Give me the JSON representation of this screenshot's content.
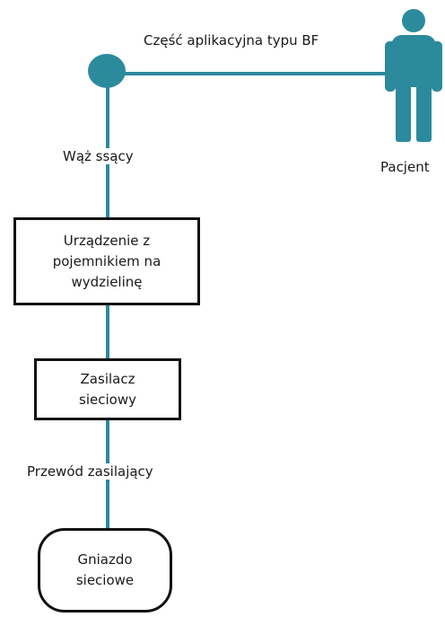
{
  "labels": {
    "applied_part": "Część aplikacyjna typu BF",
    "suction_hose": "Wąż ssący",
    "power_cord": "Przewód zasilający",
    "patient": "Pacjent"
  },
  "boxes": {
    "device": "Urządzenie z pojemnikiem na wydzielinę",
    "power_supply": "Zasilacz sieciowy",
    "socket": "Gniazdo sieciowe"
  },
  "colors": {
    "connector": "#2b8a9c",
    "border": "#111111"
  },
  "icons": {
    "patient": "person-icon",
    "applied_part": "circle-node-icon"
  }
}
